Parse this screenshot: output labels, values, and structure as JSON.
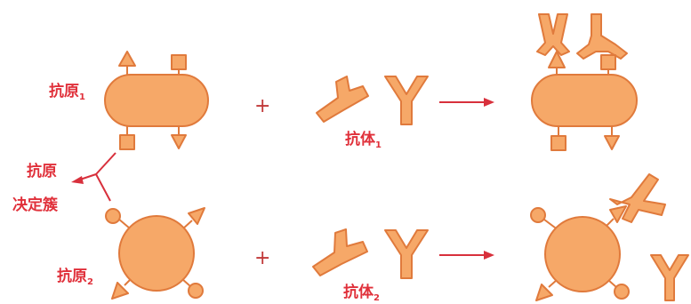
{
  "labels": {
    "antigen1": {
      "base": "抗原",
      "sub": "1"
    },
    "antigen2": {
      "base": "抗原",
      "sub": "2"
    },
    "antibody1": {
      "base": "抗体",
      "sub": "1"
    },
    "antibody2": {
      "base": "抗体",
      "sub": "2"
    },
    "determinant_line1": "抗原",
    "determinant_line2": "决定簇",
    "plus": "+"
  },
  "colors": {
    "fill": "#f6a868",
    "stroke": "#e07a3c",
    "label": "#e0303a",
    "arrow": "#d8303c",
    "plus": "#c03838"
  }
}
